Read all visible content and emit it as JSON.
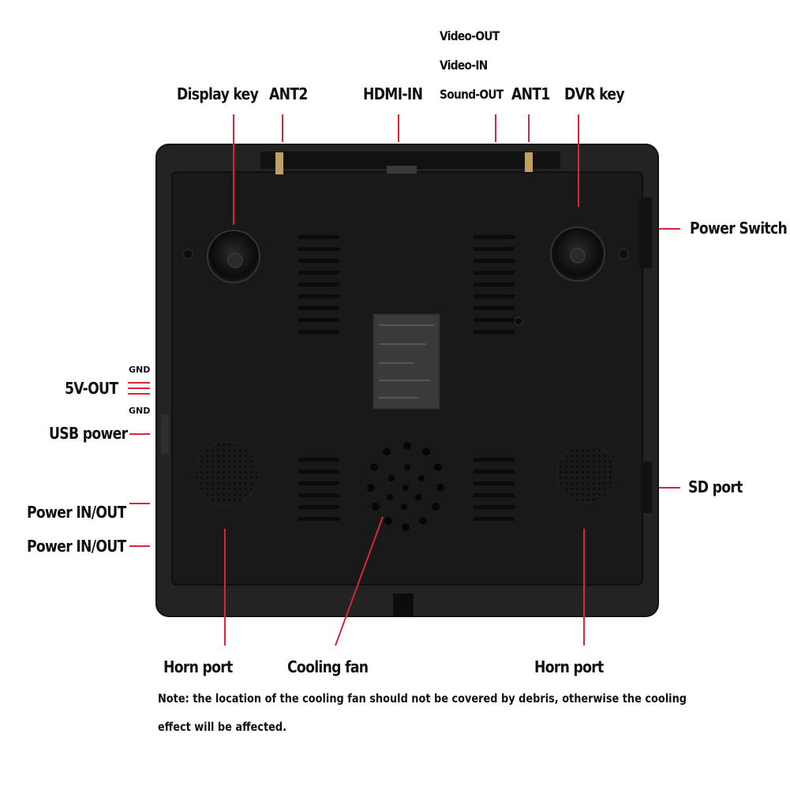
{
  "labels": {
    "video_out": "Video-OUT",
    "video_in": "Video-IN",
    "sound_out": "Sound-OUT",
    "display_key": "Display key",
    "ant2": "ANT2",
    "hdmi_in": "HDMI-IN",
    "ant1": "ANT1",
    "dvr_key": "DVR key",
    "power_switch": "Power Switch",
    "gnd_top": "GND",
    "five_v_out": "5V-OUT",
    "gnd_bottom": "GND",
    "usb_power": "USB power",
    "power_in_out_1": "Power IN/OUT",
    "power_in_out_2": "Power IN/OUT",
    "sd_port": "SD port",
    "horn_port_left": "Horn port",
    "cooling_fan": "Cooling fan",
    "horn_port_right": "Horn port"
  },
  "note": {
    "line1": "Note: the location of the cooling fan should not be covered by debris, otherwise the cooling",
    "line2": "effect will be affected."
  },
  "colors": {
    "leader_line": "#d7263d",
    "housing": "#232323",
    "panel": "#191919"
  }
}
